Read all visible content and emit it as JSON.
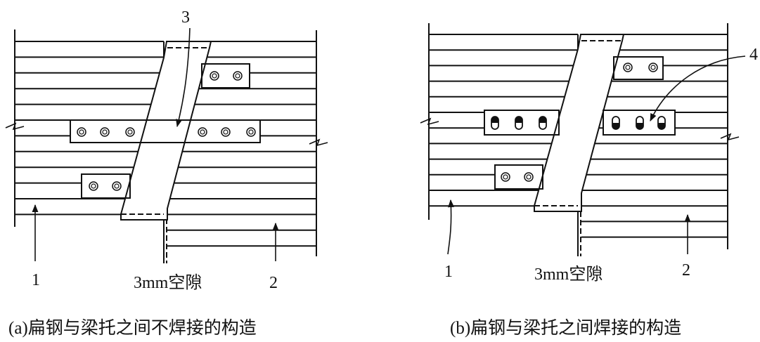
{
  "figure_a": {
    "caption": "(a)扁钢与梁托之间不焊接的构造",
    "gap_label": "3mm空隙",
    "labels": [
      "1",
      "2",
      "3"
    ]
  },
  "figure_b": {
    "caption": "(b)扁钢与梁托之间焊接的构造",
    "gap_label": "3mm空隙",
    "labels": [
      "1",
      "2",
      "4"
    ]
  },
  "colors": {
    "ink": "#111111",
    "background": "#ffffff"
  }
}
